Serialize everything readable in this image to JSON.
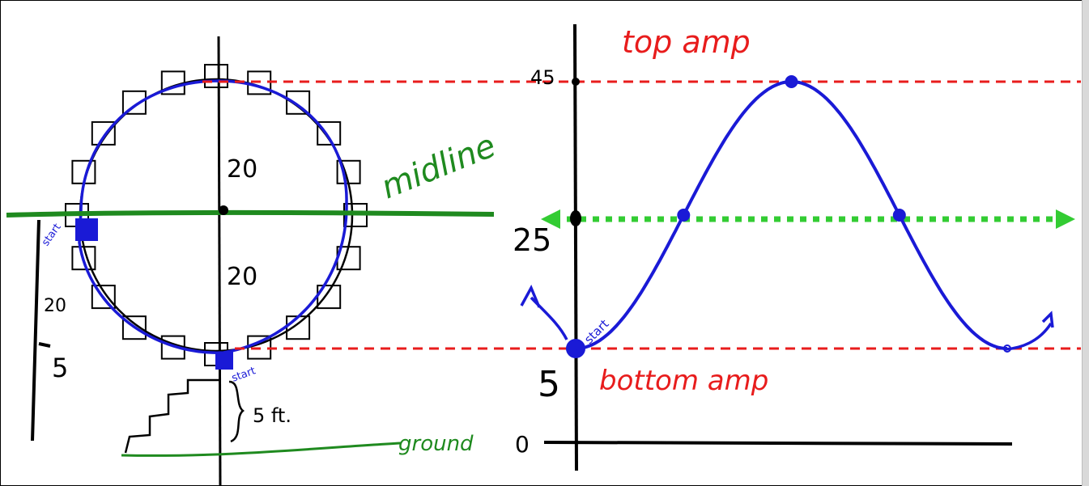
{
  "colors": {
    "ink": "#000000",
    "blue": "#1a1ad6",
    "red": "#e81c1c",
    "green": "#1f8a1f",
    "bright_green": "#33cc33"
  },
  "left": {
    "label_midline": "midline",
    "label_upper_20": "20",
    "label_lower_20": "20",
    "label_side_20": "20",
    "label_side_5": "5",
    "label_start_left": "start",
    "label_start_bottom": "start",
    "label_5ft": "5 ft.",
    "label_ground": "ground"
  },
  "right": {
    "label_top_amp": "top amp",
    "label_bottom_amp": "bottom amp",
    "label_start": "start",
    "y_labels": [
      "45",
      "25",
      "5",
      "0"
    ]
  },
  "chart_data": {
    "type": "line",
    "y_ticks": [
      0,
      5,
      25,
      45
    ],
    "series": [
      {
        "x": [
          0,
          1,
          2,
          3,
          4
        ],
        "y": [
          5,
          25,
          45,
          25,
          5
        ]
      }
    ],
    "reference_lines": {
      "top": 45,
      "midline": 25,
      "bottom": 5
    }
  },
  "icons": [
    "wheel-cart-icons",
    "staircase-icon",
    "brace-icon",
    "arrow-icons"
  ]
}
